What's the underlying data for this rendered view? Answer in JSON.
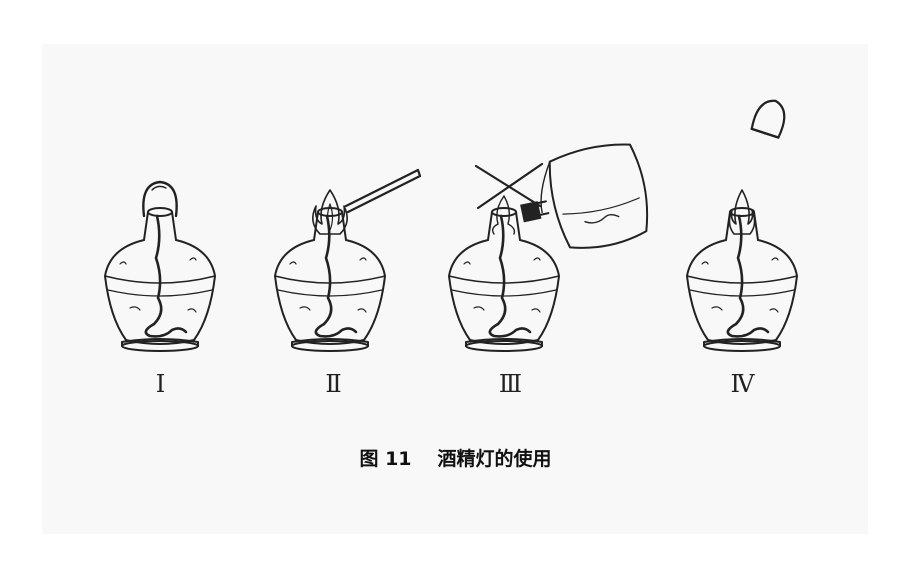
{
  "figure": {
    "caption_number": "图 11",
    "caption_title": "酒精灯的使用",
    "panels": [
      {
        "numeral": "Ⅰ"
      },
      {
        "numeral": "Ⅱ"
      },
      {
        "numeral": "Ⅲ"
      },
      {
        "numeral": "Ⅳ"
      }
    ]
  },
  "colors": {
    "ink": "#222222",
    "panel_bg": "#f8f8f8"
  }
}
